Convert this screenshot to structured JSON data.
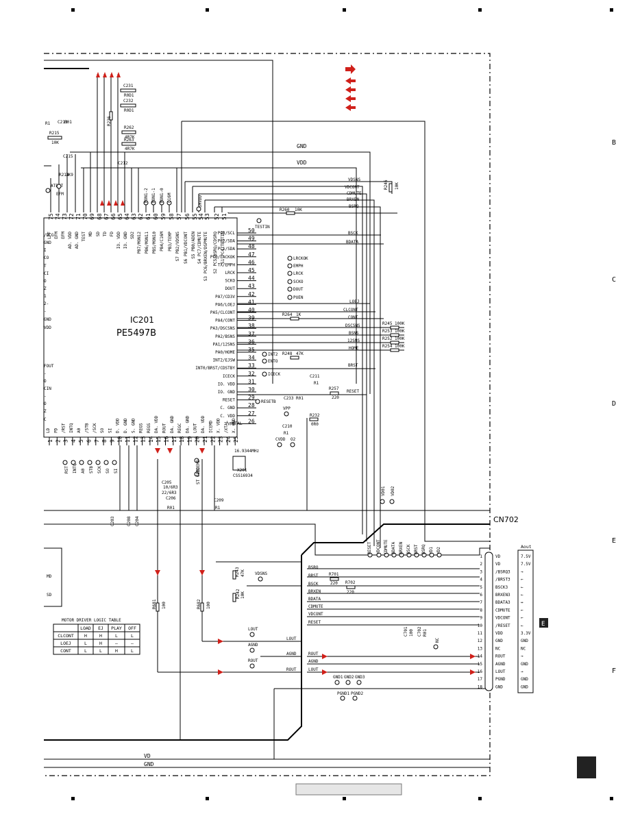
{
  "ic": {
    "ref": "IC201",
    "part": "PE5497B",
    "right_pins": [
      {
        "num": "50",
        "name": "PC3/SCL"
      },
      {
        "num": "49",
        "name": "PC2/SDA"
      },
      {
        "num": "48",
        "name": "PC1/SDA"
      },
      {
        "num": "47",
        "name": "PC0/LACKOK"
      },
      {
        "num": "46",
        "name": "TX/EMPH"
      },
      {
        "num": "45",
        "name": "LRCK"
      },
      {
        "num": "44",
        "name": "SCKO"
      },
      {
        "num": "43",
        "name": "DOUT"
      },
      {
        "num": "42",
        "name": "PA7/CD3V"
      },
      {
        "num": "41",
        "name": "PA6/LOEJ"
      },
      {
        "num": "40",
        "name": "PA5/CLCONT"
      },
      {
        "num": "39",
        "name": "PA4/CONT"
      },
      {
        "num": "38",
        "name": "PA3/DSCSNS"
      },
      {
        "num": "37",
        "name": "PA2/BSNS"
      },
      {
        "num": "36",
        "name": "PA1/12SNS"
      },
      {
        "num": "35",
        "name": "PA0/HOME"
      },
      {
        "num": "34",
        "name": "INT2/EJSW"
      },
      {
        "num": "33",
        "name": "INT0/BRST/CDSTBY"
      },
      {
        "num": "32",
        "name": "ICECK"
      },
      {
        "num": "31",
        "name": "IO. VDD"
      },
      {
        "num": "30",
        "name": "IO. GND"
      },
      {
        "num": "29",
        "name": "RESET"
      },
      {
        "num": "28",
        "name": "C. GND"
      },
      {
        "num": "27",
        "name": "C. VDD"
      },
      {
        "num": "26",
        "name": "VPP"
      }
    ],
    "top_pins": [
      {
        "num": "75",
        "name": "LPF"
      },
      {
        "num": "74",
        "name": "EFM"
      },
      {
        "num": "73",
        "name": "EFM"
      },
      {
        "num": "72",
        "name": "AD. VDD"
      },
      {
        "num": "71",
        "name": "AD. GND"
      },
      {
        "num": "70",
        "name": "TEST"
      },
      {
        "num": "69",
        "name": "MD"
      },
      {
        "num": "68",
        "name": "SD"
      },
      {
        "num": "67",
        "name": "TD"
      },
      {
        "num": "66",
        "name": "FD"
      },
      {
        "num": "65",
        "name": "IO. VDD"
      },
      {
        "num": "64",
        "name": "IO. GND"
      },
      {
        "num": "63",
        "name": "SD2"
      },
      {
        "num": "62",
        "name": "PB7/MON12"
      },
      {
        "num": "61",
        "name": "PB6/MON11"
      },
      {
        "num": "60",
        "name": "PB5/MON10"
      },
      {
        "num": "59",
        "name": "PB4/C16M"
      },
      {
        "num": "58",
        "name": "PB3/TEMP"
      },
      {
        "num": "57",
        "name": "S7 PB2/VDSNS"
      },
      {
        "num": "56",
        "name": "S6 PB1/VDCONT"
      },
      {
        "num": "55",
        "name": "S5 PB0/ADEN"
      },
      {
        "num": "54",
        "name": "S4 PC7/CDMUTE"
      },
      {
        "num": "53",
        "name": "S3 PC6/BRXEN/DSPMUTE"
      },
      {
        "num": "52",
        "name": "S2 PC5/BSRQ/CDSRQ"
      },
      {
        "num": "51",
        "name": "S1 PC4/TESTIN"
      }
    ],
    "bottom_pins": [
      {
        "num": "1",
        "name": "LD"
      },
      {
        "num": "2",
        "name": "PD"
      },
      {
        "num": "3",
        "name": "/RST"
      },
      {
        "num": "4",
        "name": "INTQ"
      },
      {
        "num": "5",
        "name": "A0"
      },
      {
        "num": "6",
        "name": "/STB"
      },
      {
        "num": "7",
        "name": "/SCK"
      },
      {
        "num": "8",
        "name": "SO"
      },
      {
        "num": "9",
        "name": "SI"
      },
      {
        "num": "10",
        "name": "D. VDD"
      },
      {
        "num": "11",
        "name": "D. GND"
      },
      {
        "num": "12",
        "name": "S. GND"
      },
      {
        "num": "13",
        "name": "REGS"
      },
      {
        "num": "14",
        "name": "REGS"
      },
      {
        "num": "15",
        "name": "DA. VDD"
      },
      {
        "num": "16",
        "name": "ROUT"
      },
      {
        "num": "17",
        "name": "DA. GND"
      },
      {
        "num": "18",
        "name": "REGC"
      },
      {
        "num": "19",
        "name": "DA. GND"
      },
      {
        "num": "20",
        "name": "LOUT"
      },
      {
        "num": "21",
        "name": "DA. VDD"
      },
      {
        "num": "22",
        "name": "ICEMD"
      },
      {
        "num": "23",
        "name": "X. VDD"
      },
      {
        "num": "24",
        "name": "/XTAL"
      },
      {
        "num": "25",
        "name": "X. GND"
      }
    ],
    "xtal_label": "XTAL"
  },
  "left_edge_labels": [
    "/DCG",
    "GND",
    "I",
    "CO",
    "T",
    "CI",
    "O",
    "Z",
    "1",
    "2-",
    "-",
    "GND",
    "VDD",
    "FOUT",
    "-",
    "O",
    "CIN",
    "-",
    "O",
    "Z",
    "C"
  ],
  "rails": {
    "gnd": "GND",
    "vdd": "VDD",
    "vd": "VD",
    "gnd_bottom": "GND"
  },
  "bus_labels": {
    "vdsns": "VDSNS",
    "vdcont": "VDCONT",
    "cdmute": "CDMUTE",
    "brxen": "BRXEN",
    "bsrq": "BSRQ",
    "bsck": "BSCK",
    "bdata": "BDATA",
    "loej": "LOEJ",
    "clcont": "CLCONT",
    "cont": "CONT",
    "dscsns": "DSCSNS",
    "bsns": "BSNS",
    "12sns": "12SNS",
    "home": "HOME",
    "brst": "BRST",
    "reset": "RESET"
  },
  "test_points": {
    "lrckok": "LRCKOK",
    "emph": "EMPH",
    "lrck": "LRCK",
    "scko": "SCKO",
    "dout": "DOUT",
    "puen": "PUEN",
    "int2": "INT2",
    "ento": "ENTO",
    "iceck": "ICECK",
    "resetb": "RESETB",
    "vpp": "VPP",
    "cvdd": "CVDD",
    "o2": "O2",
    "testin": "TESTIN",
    "smvdd": "SMVDD",
    "mon12": "MON1-2",
    "mon11": "MON1-1",
    "mon10": "MON1-0",
    "c16m": "C16M",
    "atest": "ATEST",
    "efm": "EFM",
    "icemd": "ICEMD",
    "stcemd": "ST CEMD",
    "rst": "RST",
    "intq": "INTQ",
    "a0": "A0",
    "stb": "STB",
    "sck": "SCK",
    "so": "SO",
    "si": "SI",
    "vd01": "VD01",
    "vd02": "VD02",
    "vdsns2": "VDSNS",
    "lout": "LOUT",
    "agnd": "AGND",
    "rout": "ROUT",
    "gnd1": "GND1",
    "gnd2": "GND2",
    "gnd3": "GND3",
    "pgnd1": "PGND1",
    "pgnd2": "PGND2",
    "nc": "NC"
  },
  "components": {
    "c231": "C231",
    "c231v": "R0D1",
    "c232": "C232",
    "c232v": "R0D1",
    "r236": "R236",
    "r236v": "10K",
    "r262": "R262",
    "r262v": "4R7K",
    "r263": "R263",
    "r263v": "4R7K",
    "r215": "R215",
    "r215v": "10K",
    "r1": "R1",
    "c213": "C213",
    "c213v": "R01",
    "c215": "C215",
    "r214": "R214",
    "r214v": "3K9",
    "c212": "C212",
    "r260": "R260",
    "r260v": "10K",
    "r246": "R246",
    "r246v": "10K",
    "r264": "R264",
    "r264v": "1K",
    "r248": "R248",
    "r248v": "47K",
    "r245": "R245",
    "r245v": "100K",
    "r253": "R253",
    "r253v": "100K",
    "r252": "R252",
    "r252v": "100K",
    "r254": "R254",
    "r254v": "100K",
    "c211": "C211",
    "c211v": "R1",
    "r257": "R257",
    "r257v": "220",
    "c233": "C233",
    "c233v": "R01",
    "r232": "R232",
    "r232v": "0R0",
    "c210": "C210",
    "c210v": "R1",
    "xtal": "X201",
    "xtal_freq": "16.9344MHz",
    "xtal_part": "CSS16934",
    "c205": "C205",
    "c205v": "10/6R3",
    "c206": "C206",
    "c206v": "22/6R3",
    "c206b": "R01",
    "c209": "C209",
    "c209v": "R1",
    "c203": "C203",
    "c208": "C208",
    "c204": "C204",
    "r243": "R243",
    "r243v": "47K",
    "r242": "R242",
    "r242v": "10K",
    "r701": "R701",
    "r701v": "220",
    "r702": "R702",
    "r702v": "220",
    "r681": "R681",
    "r681v": "100",
    "r682": "R682",
    "r682v": "100",
    "c701": "C701",
    "c701v": "100",
    "c702": "C702",
    "c702v": "R01"
  },
  "conn_signals": [
    "BSRQ",
    "BRST",
    "BSCK",
    "BRXEN",
    "BDATA",
    "CDMUTE",
    "VDCONT",
    "RESET",
    "LOUT",
    "AGND",
    "ROUT",
    "ROUT",
    "AGND",
    "LOUT"
  ],
  "conn_top_labels": [
    "RESET",
    "VDCONT",
    "CDMUTE",
    "BDATA",
    "BRXEN",
    "BSCK",
    "BRST",
    "BSRQ",
    "VD1",
    "VD2"
  ],
  "connector": {
    "ref": "CN702",
    "aout_title": "Aout",
    "pins": [
      {
        "num": "1",
        "name": "VD",
        "val": "7.5V"
      },
      {
        "num": "2",
        "name": "VD",
        "val": "7.5V"
      },
      {
        "num": "3",
        "name": "/BSRQ3",
        "val": "→"
      },
      {
        "num": "4",
        "name": "/BRST3",
        "val": "←"
      },
      {
        "num": "5",
        "name": "BSCK3",
        "val": "←"
      },
      {
        "num": "6",
        "name": "BRXEN3",
        "val": "←"
      },
      {
        "num": "7",
        "name": "BDATA3",
        "val": "↔"
      },
      {
        "num": "8",
        "name": "CDMUTE",
        "val": "←"
      },
      {
        "num": "9",
        "name": "VDCONT",
        "val": "←"
      },
      {
        "num": "10",
        "name": "/RESET",
        "val": "←"
      },
      {
        "num": "11",
        "name": "VDD",
        "val": "3.3V"
      },
      {
        "num": "12",
        "name": "GND",
        "val": "GND"
      },
      {
        "num": "13",
        "name": "NC",
        "val": "NC"
      },
      {
        "num": "14",
        "name": "ROUT",
        "val": "→"
      },
      {
        "num": "15",
        "name": "AGND",
        "val": "GND"
      },
      {
        "num": "16",
        "name": "LOUT",
        "val": "→"
      },
      {
        "num": "17",
        "name": "PGND",
        "val": "GND"
      },
      {
        "num": "18",
        "name": "GND",
        "val": "GND"
      }
    ]
  },
  "motor_table": {
    "title": "MOTOR DRIVER LOGIC TABLE",
    "headers": [
      "",
      "LOAD",
      "EJ",
      "PLAY",
      "OFF"
    ],
    "rows": [
      [
        "CLCONT",
        "H",
        "H",
        "L",
        "L"
      ],
      [
        "LOEJ",
        "L",
        "H",
        "–",
        "–"
      ],
      [
        "CONT",
        "L",
        "L",
        "H",
        "L"
      ]
    ]
  },
  "legend_arrows": 5,
  "side_markers": {
    "letters": [
      "B",
      "C",
      "D",
      "E",
      "F"
    ],
    "tab": "E",
    "bottom_tab": ""
  },
  "colors": {
    "arrow": "#d0201a",
    "line": "#000000",
    "tab": "#222222"
  }
}
